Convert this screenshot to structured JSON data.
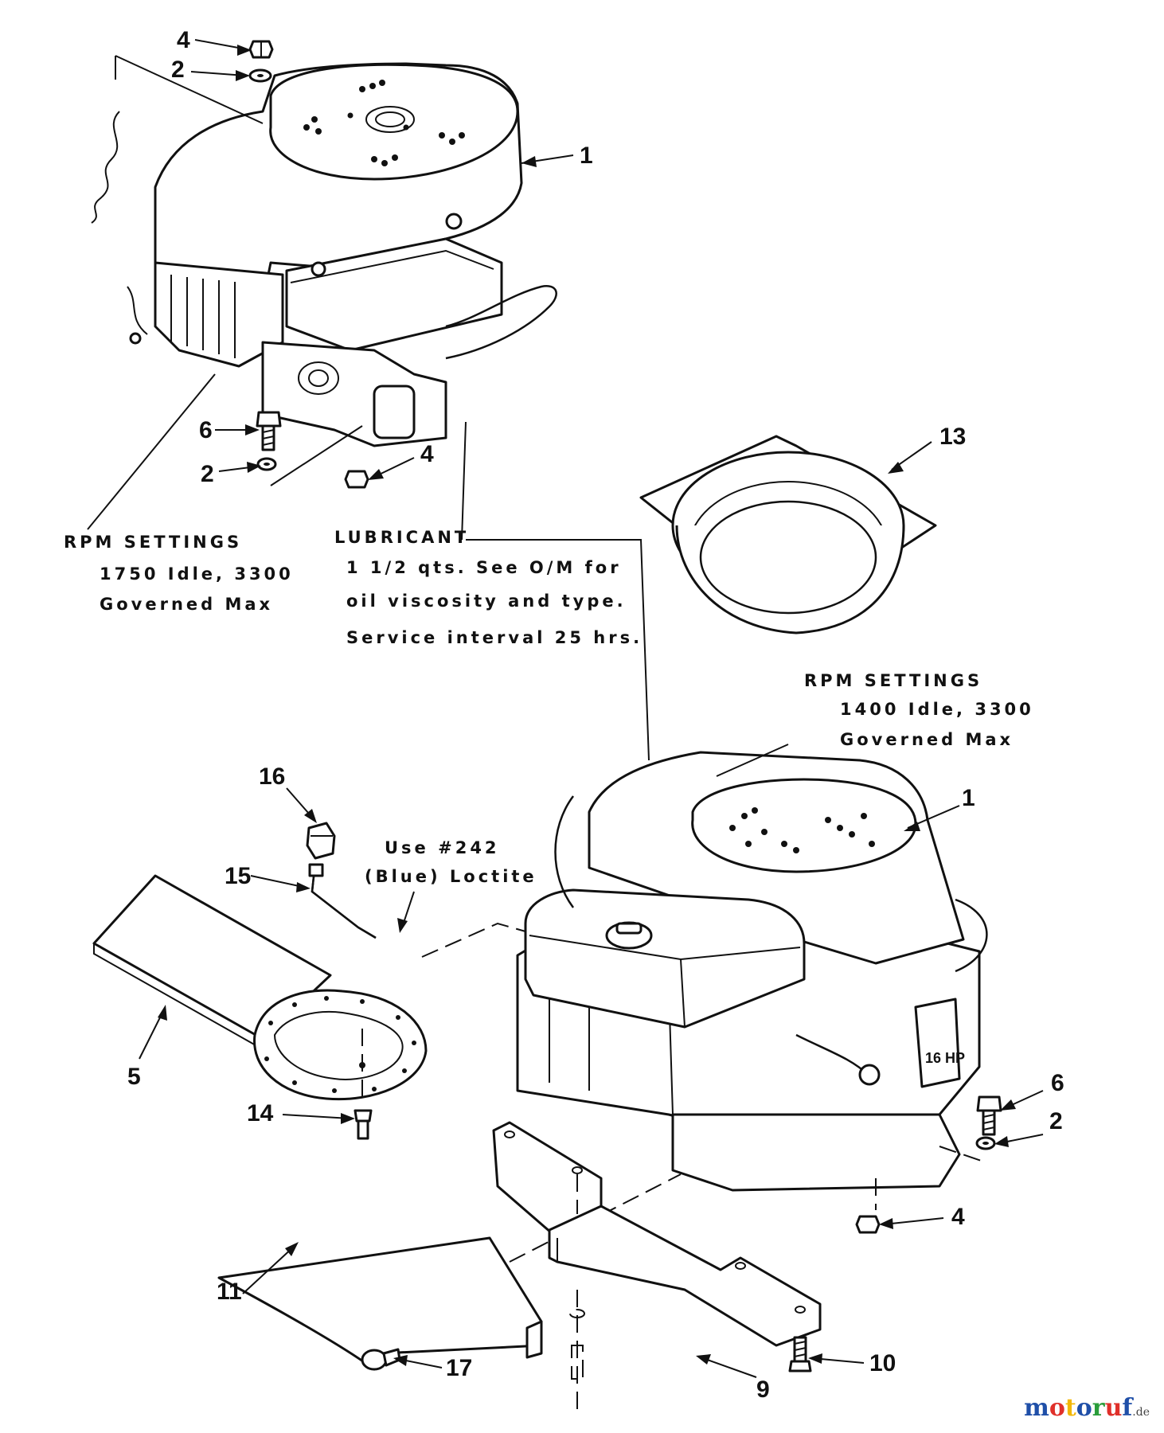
{
  "callouts": {
    "engine_top": "1",
    "engine_bottom": "1",
    "washer_a": "2",
    "washer_b": "2",
    "washer_c": "2",
    "nut_a": "4",
    "nut_b": "4",
    "nut_c": "4",
    "bolt_a": "6",
    "bolt_b": "6",
    "baffle": "5",
    "bracket": "9",
    "bolt_10": "10",
    "deflector": "11",
    "guard_13": "13",
    "screw_14": "14",
    "elbow_15": "15",
    "fitting_16": "16",
    "bolt_17": "17"
  },
  "notes": {
    "rpm1": {
      "title": "RPM SETTINGS",
      "line1": "1750 Idle, 3300",
      "line2": "Governed Max"
    },
    "rpm2": {
      "title": "RPM SETTINGS",
      "line1": "1400 Idle, 3300",
      "line2": "Governed Max"
    },
    "lubricant": {
      "title": "LUBRICANT",
      "line1": "1 1/2 qts. See O/M for",
      "line2": "oil viscosity and type.",
      "line3": "Service interval 25 hrs."
    },
    "loctite": {
      "line1": "Use #242",
      "line2": "(Blue) Loctite"
    }
  },
  "badge": "16 HP",
  "watermark": {
    "brand": "motoruf",
    "suffix": ".de",
    "colors": [
      "#1f4fa8",
      "#e0302a",
      "#f2b705",
      "#1f4fa8",
      "#2a9d3a",
      "#e0302a",
      "#1f4fa8"
    ]
  }
}
